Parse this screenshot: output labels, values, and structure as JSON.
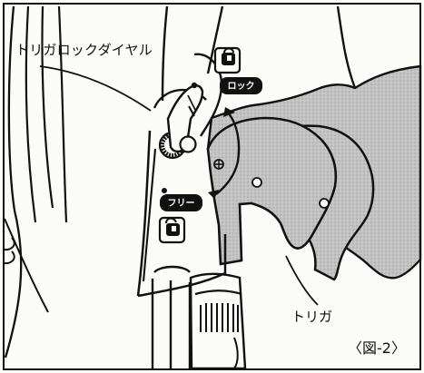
{
  "labels": {
    "dial": "トリガロックダイヤル",
    "trigger": "トリガ",
    "figure": "〈図-2〉"
  },
  "badges": {
    "lock": "ロック",
    "free": "フリー"
  },
  "icons": {
    "top": "padlock-locked-icon",
    "bottom": "padlock-unlocked-icon"
  },
  "colors": {
    "ink": "#111111",
    "shade": "#b8b8b8",
    "paper": "#fbfbf8"
  }
}
